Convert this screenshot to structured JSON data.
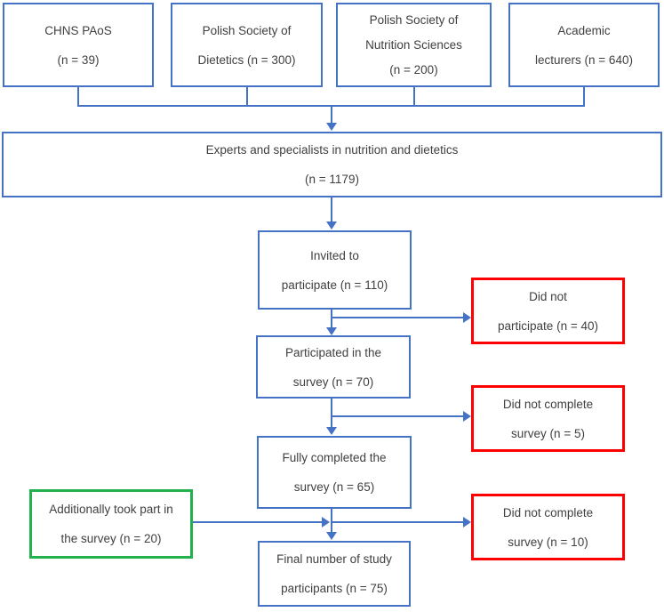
{
  "diagram_type": "participant-flow-diagram",
  "colors": {
    "connector_blue": "#4472C4",
    "exclusion_red": "#FF0000",
    "addition_green": "#22B14C",
    "text": "#3F3F3F",
    "background": "#FFFFFF"
  },
  "boxes": {
    "chns": {
      "lines": [
        "CHNS PAoS",
        "(n = 39)"
      ]
    },
    "dietetics": {
      "lines": [
        "Polish Society of",
        "Dietetics (n = 300)"
      ]
    },
    "nutrition": {
      "lines": [
        "Polish Society of",
        "Nutrition Sciences",
        "(n = 200)"
      ]
    },
    "lecturers": {
      "lines": [
        "Academic",
        "lecturers (n = 640)"
      ]
    },
    "experts": {
      "lines": [
        "Experts and specialists in nutrition and dietetics",
        "(n = 1179)"
      ]
    },
    "invited": {
      "lines": [
        "Invited to",
        "participate (n = 110)"
      ]
    },
    "did_not_participate": {
      "lines": [
        "Did not",
        "participate (n = 40)"
      ]
    },
    "participated": {
      "lines": [
        "Participated in the",
        "survey (n = 70)"
      ]
    },
    "did_not_complete_5": {
      "lines": [
        "Did not complete",
        "survey (n = 5)"
      ]
    },
    "fully_completed": {
      "lines": [
        "Fully completed the",
        "survey (n = 65)"
      ]
    },
    "additional": {
      "lines": [
        "Additionally took part in",
        "the survey (n = 20)"
      ]
    },
    "did_not_complete_10": {
      "lines": [
        "Did not complete",
        "survey (n = 10)"
      ]
    },
    "final": {
      "lines": [
        "Final number of study",
        "participants (n = 75)"
      ]
    }
  },
  "edges": [
    {
      "from": "chns",
      "to": "experts"
    },
    {
      "from": "dietetics",
      "to": "experts"
    },
    {
      "from": "nutrition",
      "to": "experts"
    },
    {
      "from": "lecturers",
      "to": "experts"
    },
    {
      "from": "experts",
      "to": "invited"
    },
    {
      "from": "invited",
      "to": "participated"
    },
    {
      "from": "invited",
      "to": "did_not_participate"
    },
    {
      "from": "participated",
      "to": "fully_completed"
    },
    {
      "from": "participated",
      "to": "did_not_complete_5"
    },
    {
      "from": "fully_completed",
      "to": "final"
    },
    {
      "from": "fully_completed",
      "to": "did_not_complete_10"
    },
    {
      "from": "additional",
      "to": "final"
    }
  ]
}
